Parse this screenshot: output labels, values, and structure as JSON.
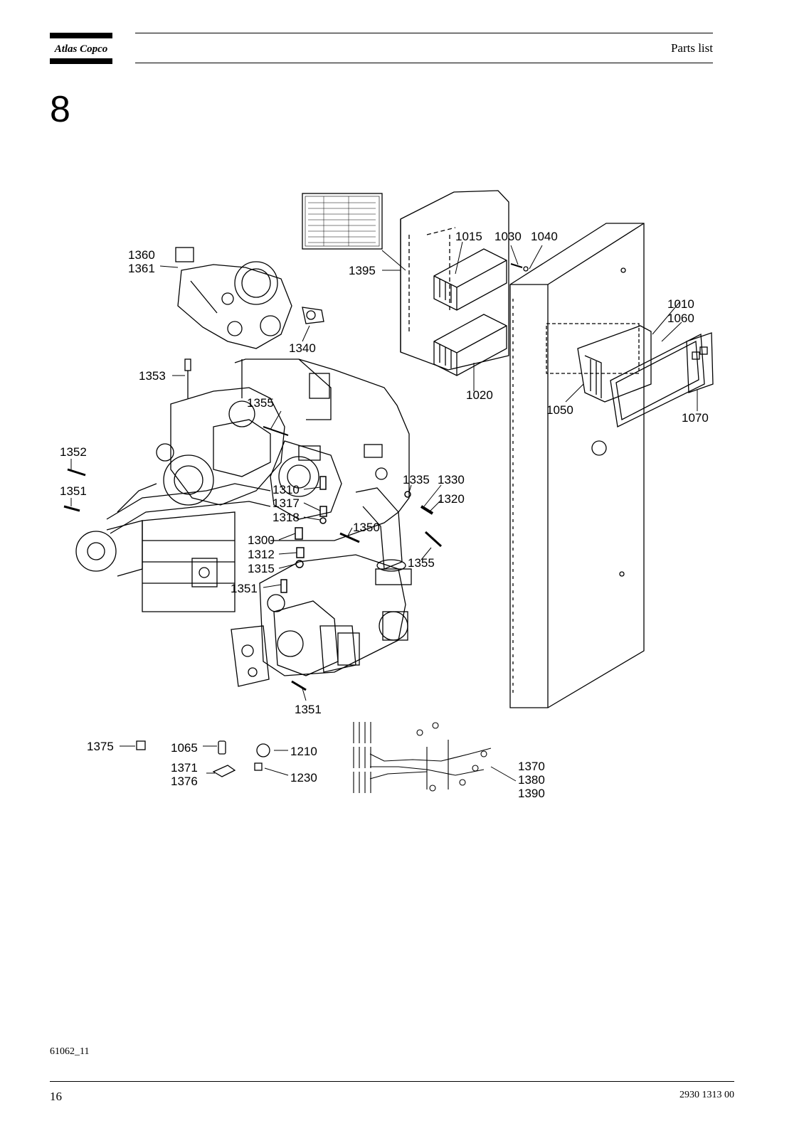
{
  "header": {
    "logo_text": "Atlas Copco",
    "title": "Parts list"
  },
  "section_number": "8",
  "figure": {
    "callouts": {
      "c1010": "1010",
      "c1015": "1015",
      "c1020": "1020",
      "c1030": "1030",
      "c1040": "1040",
      "c1050": "1050",
      "c1060": "1060",
      "c1065": "1065",
      "c1070": "1070",
      "c1210": "1210",
      "c1230": "1230",
      "c1300": "1300",
      "c1310": "1310",
      "c1312": "1312",
      "c1315": "1315",
      "c1317": "1317",
      "c1318": "1318",
      "c1320": "1320",
      "c1330": "1330",
      "c1335": "1335",
      "c1340": "1340",
      "c1350": "1350",
      "c1351a": "1351",
      "c1351b": "1351",
      "c1351c": "1351",
      "c1352": "1352",
      "c1353": "1353",
      "c1355a": "1355",
      "c1355b": "1355",
      "c1360": "1360",
      "c1361": "1361",
      "c1370": "1370",
      "c1371": "1371",
      "c1375": "1375",
      "c1376": "1376",
      "c1380": "1380",
      "c1390": "1390",
      "c1395": "1395"
    }
  },
  "footer": {
    "figure_id": "61062_11",
    "page_number": "16",
    "doc_number": "2930 1313 00"
  }
}
